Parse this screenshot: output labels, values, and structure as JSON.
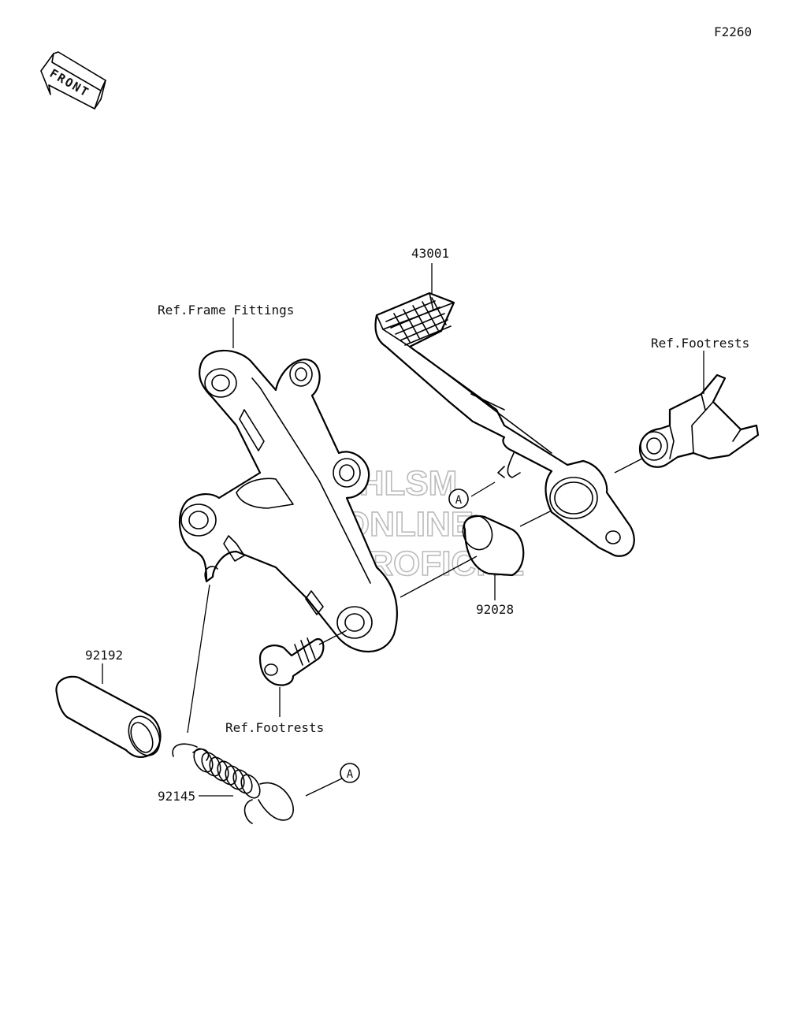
{
  "figure_id": "F2260",
  "front_label": "FRONT",
  "watermark": {
    "line1": "HLSM",
    "line2": "ONLINE",
    "line3": "MICROFICHE"
  },
  "callout_letter": "A",
  "labels": {
    "pedal": "43001",
    "frame_fittings": "Ref.Frame Fittings",
    "footrests_right": "Ref.Footrests",
    "footrests_bolt": "Ref.Footrests",
    "collar": "92192",
    "bushing": "92028",
    "spring": "92145"
  }
}
